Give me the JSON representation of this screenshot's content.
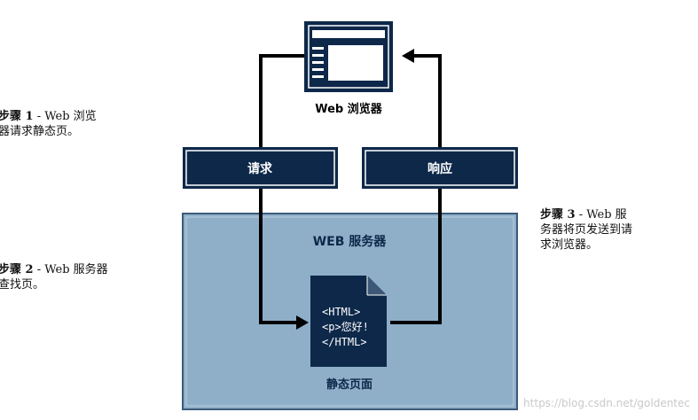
{
  "browser": {
    "label": "Web 浏览器"
  },
  "request_box": {
    "label": "请求"
  },
  "response_box": {
    "label": "响应"
  },
  "server": {
    "label": "WEB 服务器"
  },
  "static_page": {
    "code_lines": [
      "<HTML>",
      "<p>您好!",
      "</HTML>"
    ],
    "label": "静态页面"
  },
  "steps": [
    {
      "prefix": "步骤 ",
      "number": "1",
      "text_line1": " - Web 浏览",
      "text_line2": "器请求静态页。"
    },
    {
      "prefix": "步骤 ",
      "number": "2",
      "text_line1": " - Web 服务器",
      "text_line2": "查找页。"
    },
    {
      "prefix": "步骤 ",
      "number": "3",
      "text_line1": " - Web 服",
      "text_line2": "务器将页发送到请",
      "text_line3": "求浏览器。"
    }
  ],
  "watermark": {
    "text": "https://blog.csdn.net/goldentec"
  },
  "colors": {
    "navy": "#0d2849",
    "server_fill": "#8fafc9",
    "server_border": "#5a7f9f",
    "arrow": "#000000",
    "white": "#ffffff"
  }
}
